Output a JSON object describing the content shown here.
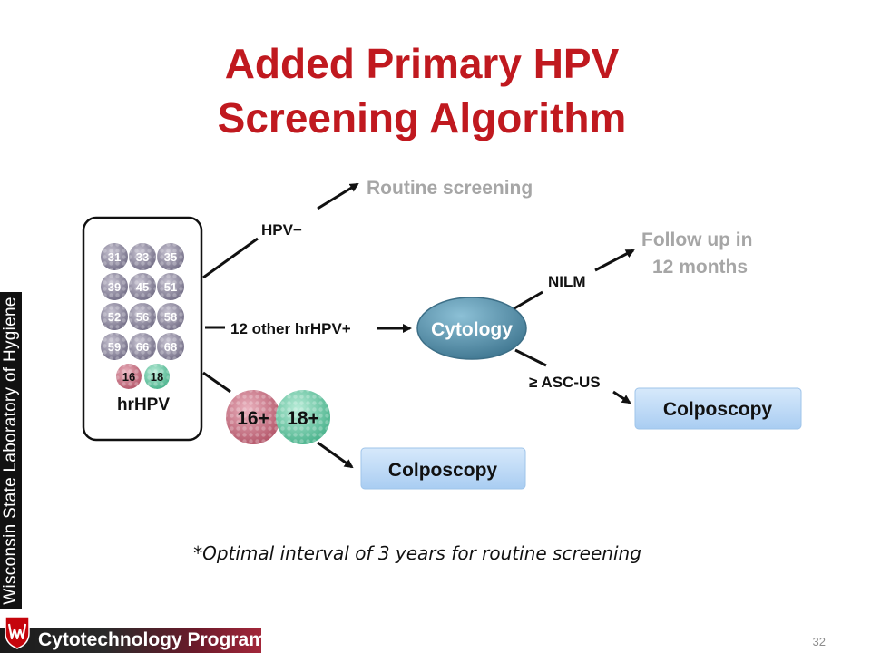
{
  "slide": {
    "title_line1": "Added Primary HPV",
    "title_line2": "Screening Algorithm",
    "footnote": "*Optimal interval of 3 years for routine screening",
    "page_number": "32",
    "side_banner": "Wisconsin State Laboratory of Hygiene",
    "footer_program": "Cytotechnology Program"
  },
  "diagram": {
    "genotypes": [
      "31",
      "33",
      "35",
      "39",
      "45",
      "51",
      "52",
      "56",
      "58",
      "59",
      "66",
      "68"
    ],
    "special_types": [
      "16",
      "18"
    ],
    "box_label": "hrHPV",
    "hpv_negative": "HPV−",
    "routine_screening": "Routine screening",
    "other_hrhpv": "12 other hrHPV+",
    "cytology": "Cytology",
    "nilm": "NILM",
    "follow_up_line1": "Follow up in",
    "follow_up_line2": "12 months",
    "asc_us": "≥ ASC-US",
    "colposcopy_right": "Colposcopy",
    "type16_positive": "16+",
    "type18_positive": "18+",
    "colposcopy_bottom": "Colposcopy"
  },
  "colors": {
    "title_red": "#c0191f",
    "gray_virus": "#8f8a9e",
    "pink_virus": "#c46b7d",
    "green_virus": "#6fc7a6",
    "cytology_teal": "#4f86a0",
    "colposcopy_blue": "#bcd9f7"
  }
}
